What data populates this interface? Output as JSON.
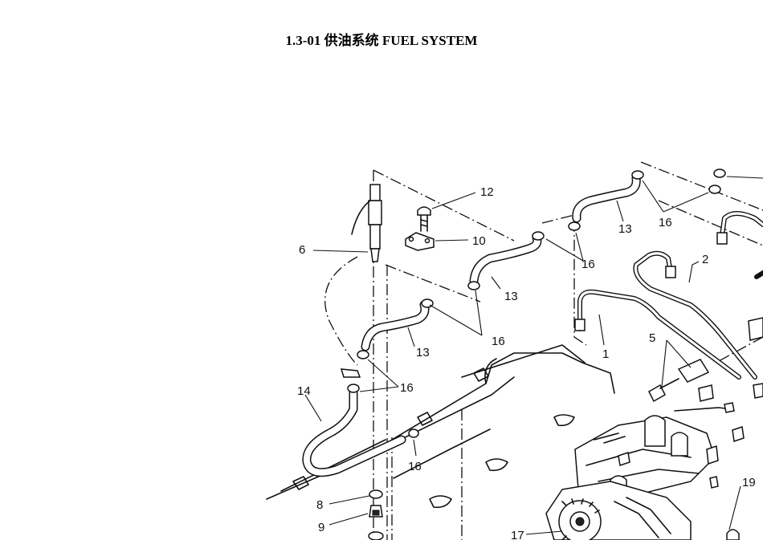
{
  "header": {
    "title": "1.3-01  供油系统 FUEL SYSTEM"
  },
  "callouts": {
    "c1": "1",
    "c2": "2",
    "c5": "5",
    "c6": "6",
    "c8": "8",
    "c9": "9",
    "c10": "10",
    "c12": "12",
    "c13a": "13",
    "c13b": "13",
    "c13c": "13",
    "c14": "14",
    "c16a": "16",
    "c16b": "16",
    "c16c": "16",
    "c16d": "16",
    "c16e": "16",
    "c17": "17",
    "c19": "19"
  }
}
